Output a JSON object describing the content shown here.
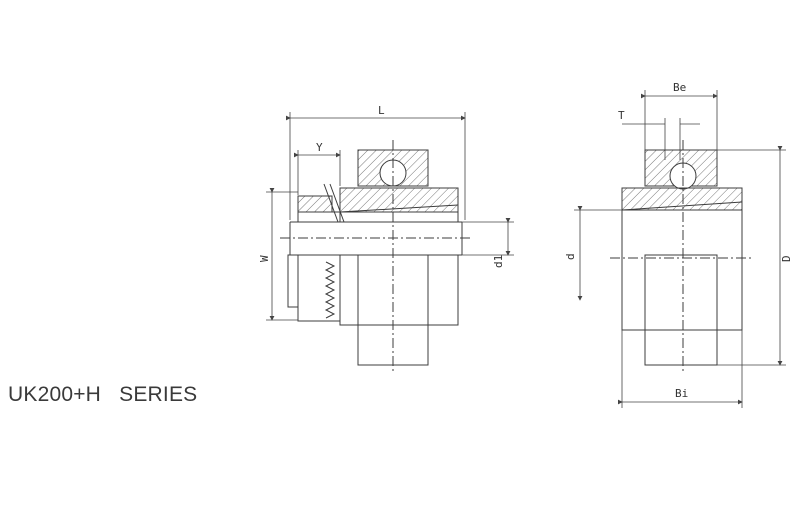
{
  "title": "UK200+H   SERIES",
  "labels": {
    "L": "L",
    "Y": "Y",
    "W": "W",
    "d1": "d1",
    "Be": "Be",
    "T": "T",
    "d": "d",
    "D": "D",
    "Bi": "Bi"
  },
  "colors": {
    "line": "#3c3c3c",
    "text": "#3a3a3a"
  }
}
